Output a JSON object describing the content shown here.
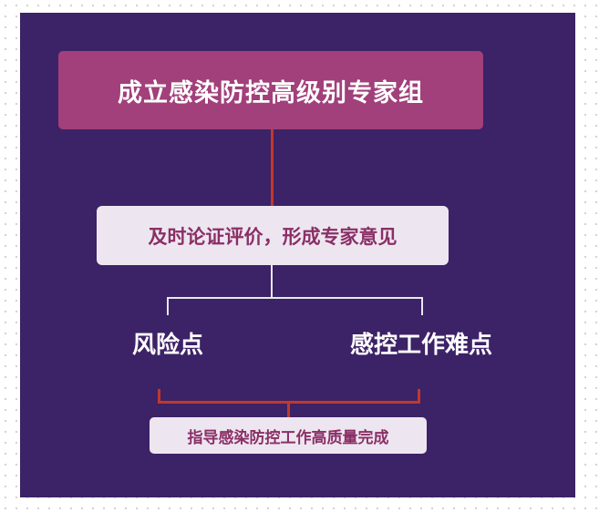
{
  "diagram": {
    "top_box": "成立感染防控高级别专家组",
    "middle_box": "及时论证评价，形成专家意见",
    "left_label": "风险点",
    "right_label": "感控工作难点",
    "bottom_box": "指导感染防控工作高质量完成"
  }
}
